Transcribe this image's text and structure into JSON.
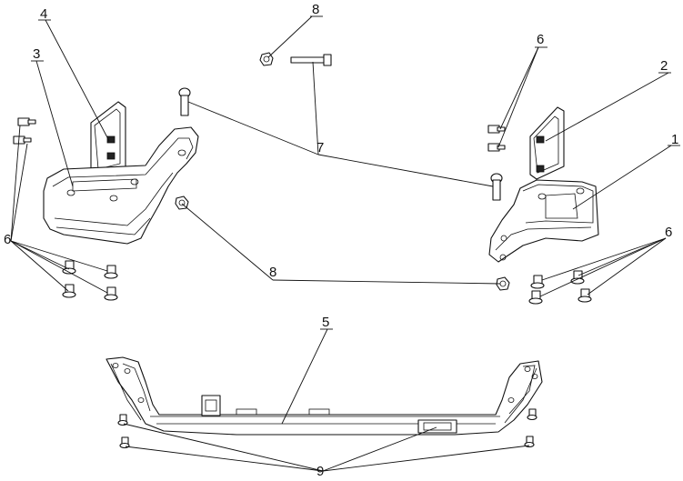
{
  "callouts": {
    "c1": "1",
    "c2": "2",
    "c3": "3",
    "c4": "4",
    "c5": "5",
    "c6a": "6",
    "c6b": "6",
    "c6c": "6",
    "c7": "7",
    "c8a": "8",
    "c8b": "8",
    "c9": "9"
  },
  "colors": {
    "line": "#111111",
    "background": "#ffffff"
  }
}
